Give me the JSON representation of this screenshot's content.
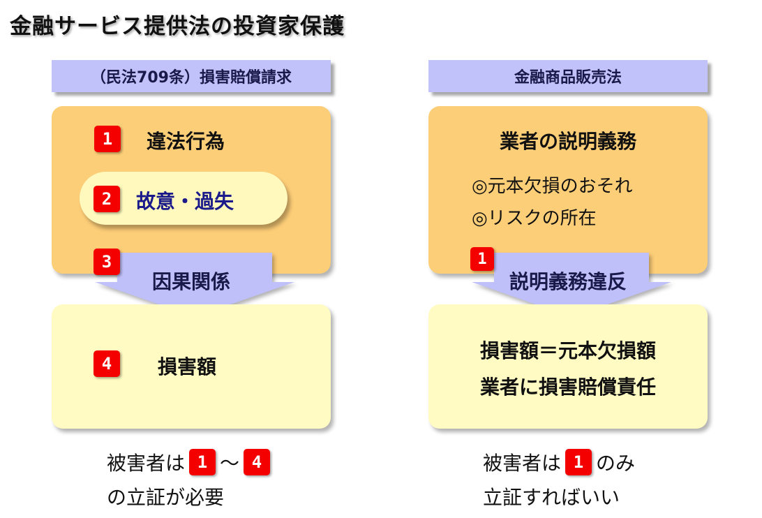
{
  "title": "金融サービス提供法の投資家保護",
  "left": {
    "header": "（民法709条）損害賠償請求",
    "items": [
      {
        "num": "1",
        "label": "違法行為"
      },
      {
        "num": "2",
        "label": "故意・過失"
      },
      {
        "num": "3",
        "label": "因果関係"
      },
      {
        "num": "4",
        "label": "損害額"
      }
    ],
    "footer": {
      "line1_prefix": "被害者は",
      "range_start": "1",
      "range_sep": "～",
      "range_end": "4",
      "line2": "の立証が必要"
    }
  },
  "right": {
    "header": "金融商品販売法",
    "duty_title": "業者の説明義務",
    "duty_points": [
      "◎元本欠損のおそれ",
      "◎リスクの所在"
    ],
    "arrow_num": "1",
    "arrow_label": "説明義務違反",
    "result_line1": "損害額＝元本欠損額",
    "result_line2": "業者に損害賠償責任",
    "footer": {
      "line1_prefix": "被害者は",
      "num": "1",
      "line1_suffix": "のみ",
      "line2": "立証すればいい"
    }
  },
  "colors": {
    "header_bg": "#c2c2fb",
    "orange_panel": "#fdce78",
    "yellow_panel": "#fffbc2",
    "badge_red": "#f50000",
    "arrow_fill": "#bfbff9",
    "header_text": "#1a1a4a",
    "pill_text": "#1a1a8a"
  }
}
